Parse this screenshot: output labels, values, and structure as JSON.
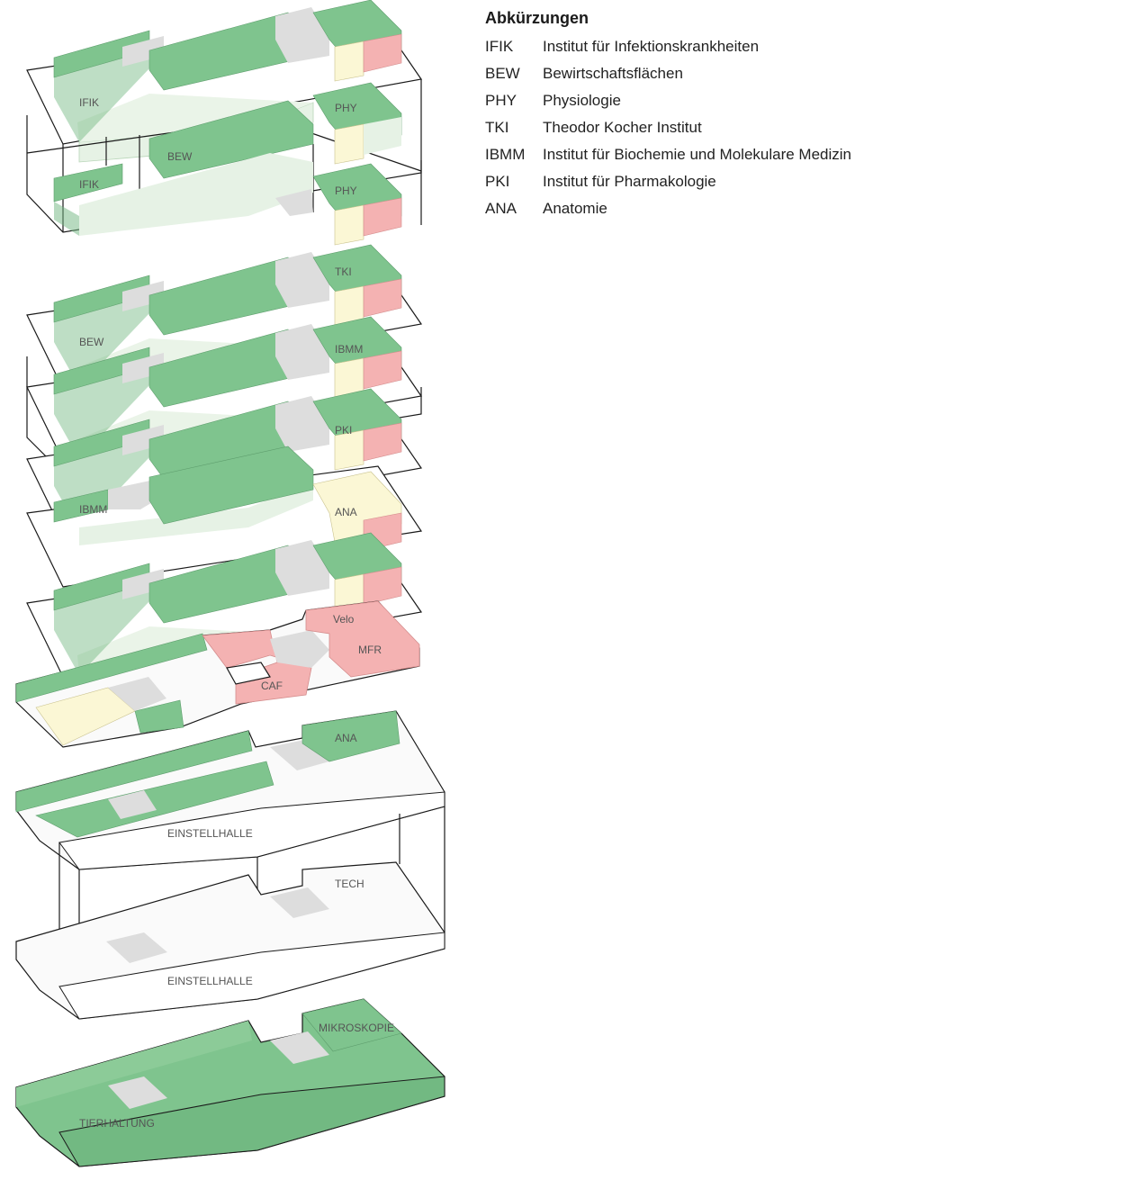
{
  "legend": {
    "title": "Abkürzungen",
    "items": [
      {
        "abbr": "IFIK",
        "name": "Institut für Infektionskrankheiten"
      },
      {
        "abbr": "BEW",
        "name": "Bewirtschaftsflächen"
      },
      {
        "abbr": "PHY",
        "name": "Physiologie"
      },
      {
        "abbr": "TKI",
        "name": "Theodor Kocher Institut"
      },
      {
        "abbr": "IBMM",
        "name": "Institut für Biochemie und Molekulare Medizin"
      },
      {
        "abbr": "PKI",
        "name": "Institut für Pharmakologie"
      },
      {
        "abbr": "ANA",
        "name": "Anatomie"
      }
    ]
  },
  "labels": {
    "ifik": "IFIK",
    "phy": "PHY",
    "bew": "BEW",
    "tki": "TKI",
    "ibmm": "IBMM",
    "pki": "PKI",
    "ana": "ANA",
    "velo": "Velo",
    "mfr": "MFR",
    "caf": "CAF",
    "einstellhalle": "EINSTELLHALLE",
    "tech": "TECH",
    "mikroskopie": "MIKROSKOPIE",
    "tierhaltung": "TIERHALTUNG"
  },
  "colors": {
    "green": "#7fc48e",
    "light_green": "#e6f2e5",
    "grey": "#dddddd",
    "pink": "#f4b2b2",
    "yellow": "#fbf7d5",
    "outline": "#1a1a1a",
    "white": "#fafafa"
  }
}
